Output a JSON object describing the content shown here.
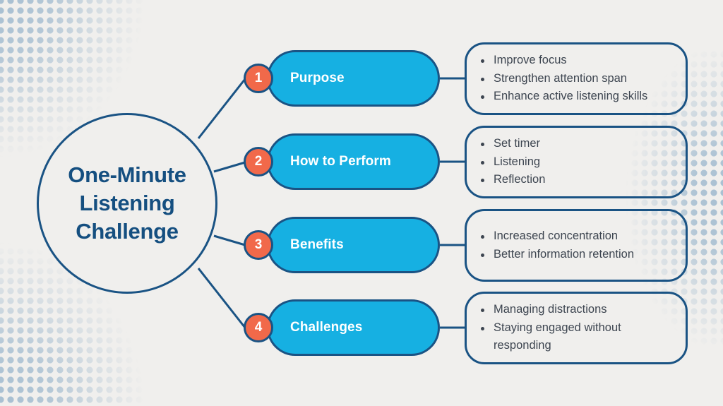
{
  "theme": {
    "background": "#f0efed",
    "navy": "#1a5384",
    "title_navy": "#154f80",
    "cyan": "#16b0e2",
    "orange": "#f1694a",
    "text_grey": "#3d4550",
    "dot_blue": "#a9c0d2"
  },
  "hub": {
    "title": "One-Minute\nListening\nChallenge"
  },
  "branches": [
    {
      "number": "1",
      "label": "Purpose",
      "bullets": [
        "Improve focus",
        "Strengthen attention span",
        "Enhance active listening skills"
      ]
    },
    {
      "number": "2",
      "label": "How to Perform",
      "bullets": [
        "Set timer",
        "Listening",
        "Reflection"
      ]
    },
    {
      "number": "3",
      "label": "Benefits",
      "bullets": [
        "Increased concentration",
        "Better information retention"
      ]
    },
    {
      "number": "4",
      "label": "Challenges",
      "bullets": [
        "Managing distractions",
        "Staying engaged without responding"
      ]
    }
  ]
}
